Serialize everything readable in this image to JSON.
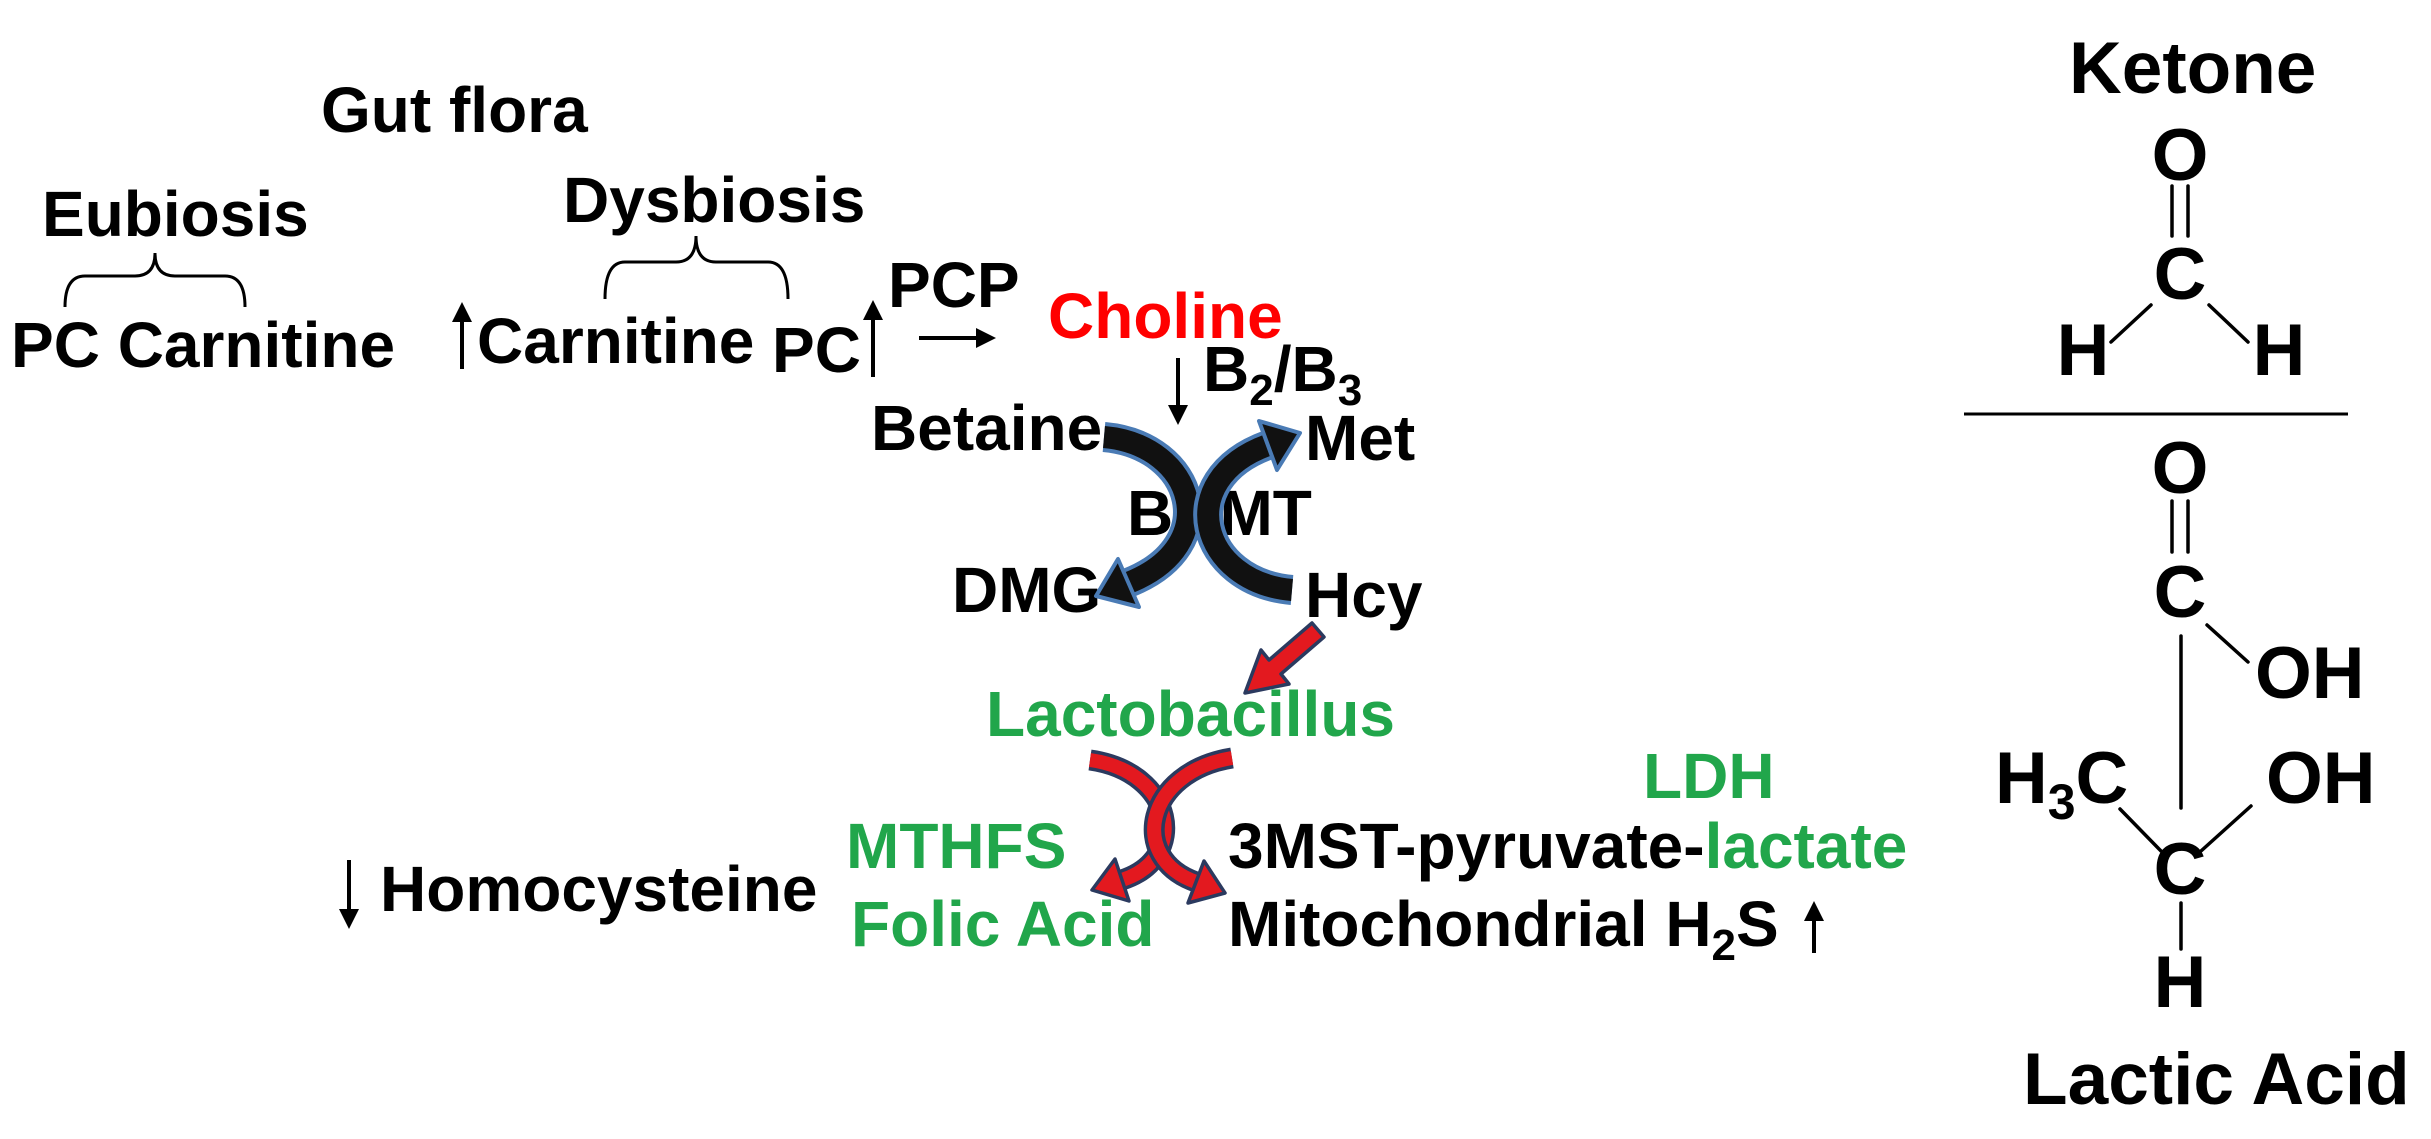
{
  "header": {
    "title": "Gut flora"
  },
  "eubiosis": {
    "label": "Eubiosis",
    "members": "PC Carnitine"
  },
  "dysbiosis": {
    "label": "Dysbiosis",
    "carnitine": "Carnitine",
    "pc": "PC"
  },
  "pathway": {
    "pcp": "PCP",
    "choline": "Choline",
    "cofactor": {
      "b1": "B",
      "sub1": "2",
      "b2": "/B",
      "sub2": "3"
    },
    "betaine": "Betaine",
    "met": "Met",
    "enzyme": "BHMT",
    "dmg": "DMG",
    "hcy": "Hcy",
    "lactobacillus": "Lactobacillus",
    "mthfs": "MTHFS",
    "folic_acid": "Folic Acid",
    "homocysteine": "Homocysteine",
    "mst_pyruvate": "3MST-pyruvate-",
    "lactate": "lactate",
    "ldh": "LDH",
    "h2s": {
      "prefix": "Mitochondrial H",
      "sub": "2",
      "suffix": "S"
    }
  },
  "ketone": {
    "label": "Ketone",
    "atoms": {
      "oxygen": "O",
      "carbon": "C",
      "hydrogen_left": "H",
      "hydrogen_right": "H"
    }
  },
  "lactic_acid": {
    "label": "Lactic Acid",
    "atoms": {
      "oxygen": "O",
      "carbonyl_carbon": "C",
      "hydroxyl_upper": "OH",
      "methyl": {
        "h": "H",
        "sub": "3",
        "c": "C"
      },
      "hydroxyl_lower": "OH",
      "alpha_carbon": "C",
      "hydrogen": "H"
    }
  },
  "colors": {
    "text": "#000000",
    "choline": "#ff0000",
    "green": "#21a64b",
    "cross_fill": "#111111",
    "cross_outline": "#4a7bb5",
    "red_arrow": "#e3191f",
    "red_arrow_outline": "#2b3a5f"
  }
}
